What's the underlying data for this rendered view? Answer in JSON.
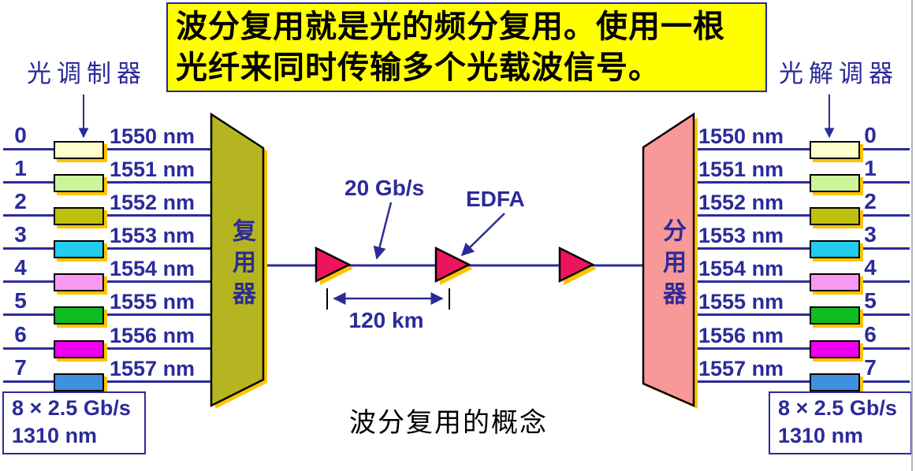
{
  "colors": {
    "ink": "#2B2B99",
    "banner_bg": "#FFFF00",
    "banner_border": "#2222BB",
    "text_black": "#000000",
    "mux_fill": "#B5B521",
    "demux_fill": "#F89898",
    "amplifier_fill": "#ED145B",
    "shadow": "#FFC400",
    "edge_line": "#B3B3B3"
  },
  "banner": {
    "text": "波分复用就是光的频分复用。使用一根\n光纤来同时传输多个光载波信号。"
  },
  "labels": {
    "modulator": "光调制器",
    "demodulator": "光解调器",
    "mux": "复用器",
    "demux": "分用器",
    "bitrate": "20 Gb/s",
    "edfa": "EDFA",
    "distance": "120 km",
    "caption": "波分复用的概念",
    "tributary_left": "8 × 2.5 Gb/s\n1310 nm",
    "tributary_right": "8 × 2.5 Gb/s\n1310 nm"
  },
  "channels": [
    {
      "id": "0",
      "wavelength": "1550 nm",
      "color": "#FFFFCC"
    },
    {
      "id": "1",
      "wavelength": "1551 nm",
      "color": "#CCF599"
    },
    {
      "id": "2",
      "wavelength": "1552 nm",
      "color": "#BFBF10"
    },
    {
      "id": "3",
      "wavelength": "1553 nm",
      "color": "#22CCEE"
    },
    {
      "id": "4",
      "wavelength": "1554 nm",
      "color": "#F799F3"
    },
    {
      "id": "5",
      "wavelength": "1555 nm",
      "color": "#11BB22"
    },
    {
      "id": "6",
      "wavelength": "1556 nm",
      "color": "#EE00EE"
    },
    {
      "id": "7",
      "wavelength": "1557 nm",
      "color": "#4090E0"
    }
  ]
}
